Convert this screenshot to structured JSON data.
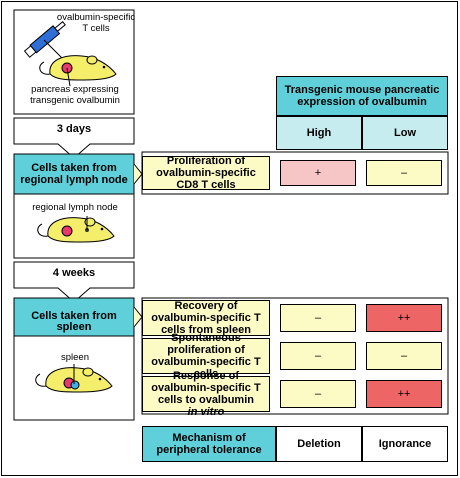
{
  "step1": {
    "injection_label": "ovalbumin-specific\nT cells",
    "pancreas_label": "pancreas expressing\ntransgenic ovalbumin"
  },
  "arrow1": "3 days",
  "step2": {
    "title": "Cells taken from regional lymph node",
    "mouse_label": "regional lymph node"
  },
  "arrow2": "4 weeks",
  "step3": {
    "title": "Cells taken from spleen",
    "mouse_label": "spleen"
  },
  "header": {
    "title": "Transgenic mouse pancreatic expression of ovalbumin",
    "high": "High",
    "low": "Low"
  },
  "rows": [
    {
      "label": "Proliferation of ovalbumin-specific CD8 T cells",
      "high": "+",
      "low": "–"
    },
    {
      "label": "Recovery of ovalbumin-specific T cells from spleen",
      "high": "–",
      "low": "++"
    },
    {
      "label": "Spontaneous proliferation of ovalbumin-specific T cells",
      "high": "–",
      "low": "–"
    },
    {
      "label_main": "Response of ovalbumin-specific T cells to ovalbumin",
      "label_italic": "in vitro",
      "high": "–",
      "low": "++"
    }
  ],
  "mechanism": {
    "label": "Mechanism of peripheral tolerance",
    "high": "Deletion",
    "low": "Ignorance"
  },
  "colors": {
    "cyan": "#5fd0da",
    "light_cyan": "#c6ecef",
    "yellow": "#fdfbc5",
    "pink": "#f6c6c6",
    "red": "#ee6565",
    "mouse_yellow": "#f4ee6a",
    "syringe_blue": "#2d6fd6"
  }
}
